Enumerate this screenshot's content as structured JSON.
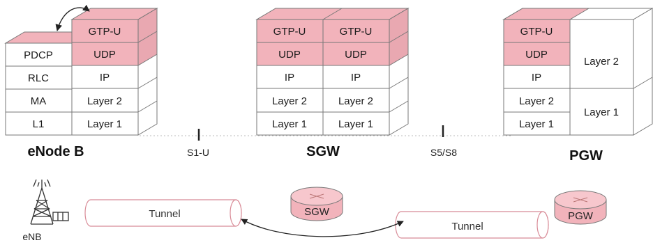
{
  "colors": {
    "pink": "#f2b3bb",
    "pink_dark": "#e497a2",
    "pink_side": "#e9a8b1",
    "line": "#555555",
    "white": "#ffffff"
  },
  "enodeb": {
    "title": "eNode B",
    "left": [
      "PDCP",
      "RLC",
      "MA",
      "L1"
    ],
    "right": [
      "GTP-U",
      "UDP",
      "IP",
      "Layer 2",
      "Layer 1"
    ]
  },
  "sgw": {
    "title": "SGW",
    "col1": [
      "GTP-U",
      "UDP",
      "IP",
      "Layer 2",
      "Layer 1"
    ],
    "col2": [
      "GTP-U",
      "UDP",
      "IP",
      "Layer 2",
      "Layer 1"
    ]
  },
  "pgw": {
    "title": "PGW",
    "left": [
      "GTP-U",
      "UDP",
      "IP",
      "Layer 2",
      "Layer 1"
    ],
    "right": [
      "Layer 2",
      "Layer 1"
    ]
  },
  "interfaces": {
    "s1u": "S1-U",
    "s5s8": "S5/S8"
  },
  "bottom": {
    "enb_label": "eNB",
    "tunnel1": "Tunnel",
    "tunnel2": "Tunnel",
    "sgw_cyl": "SGW",
    "pgw_cyl": "PGW",
    "enb_icon": "cell-tower-icon"
  }
}
